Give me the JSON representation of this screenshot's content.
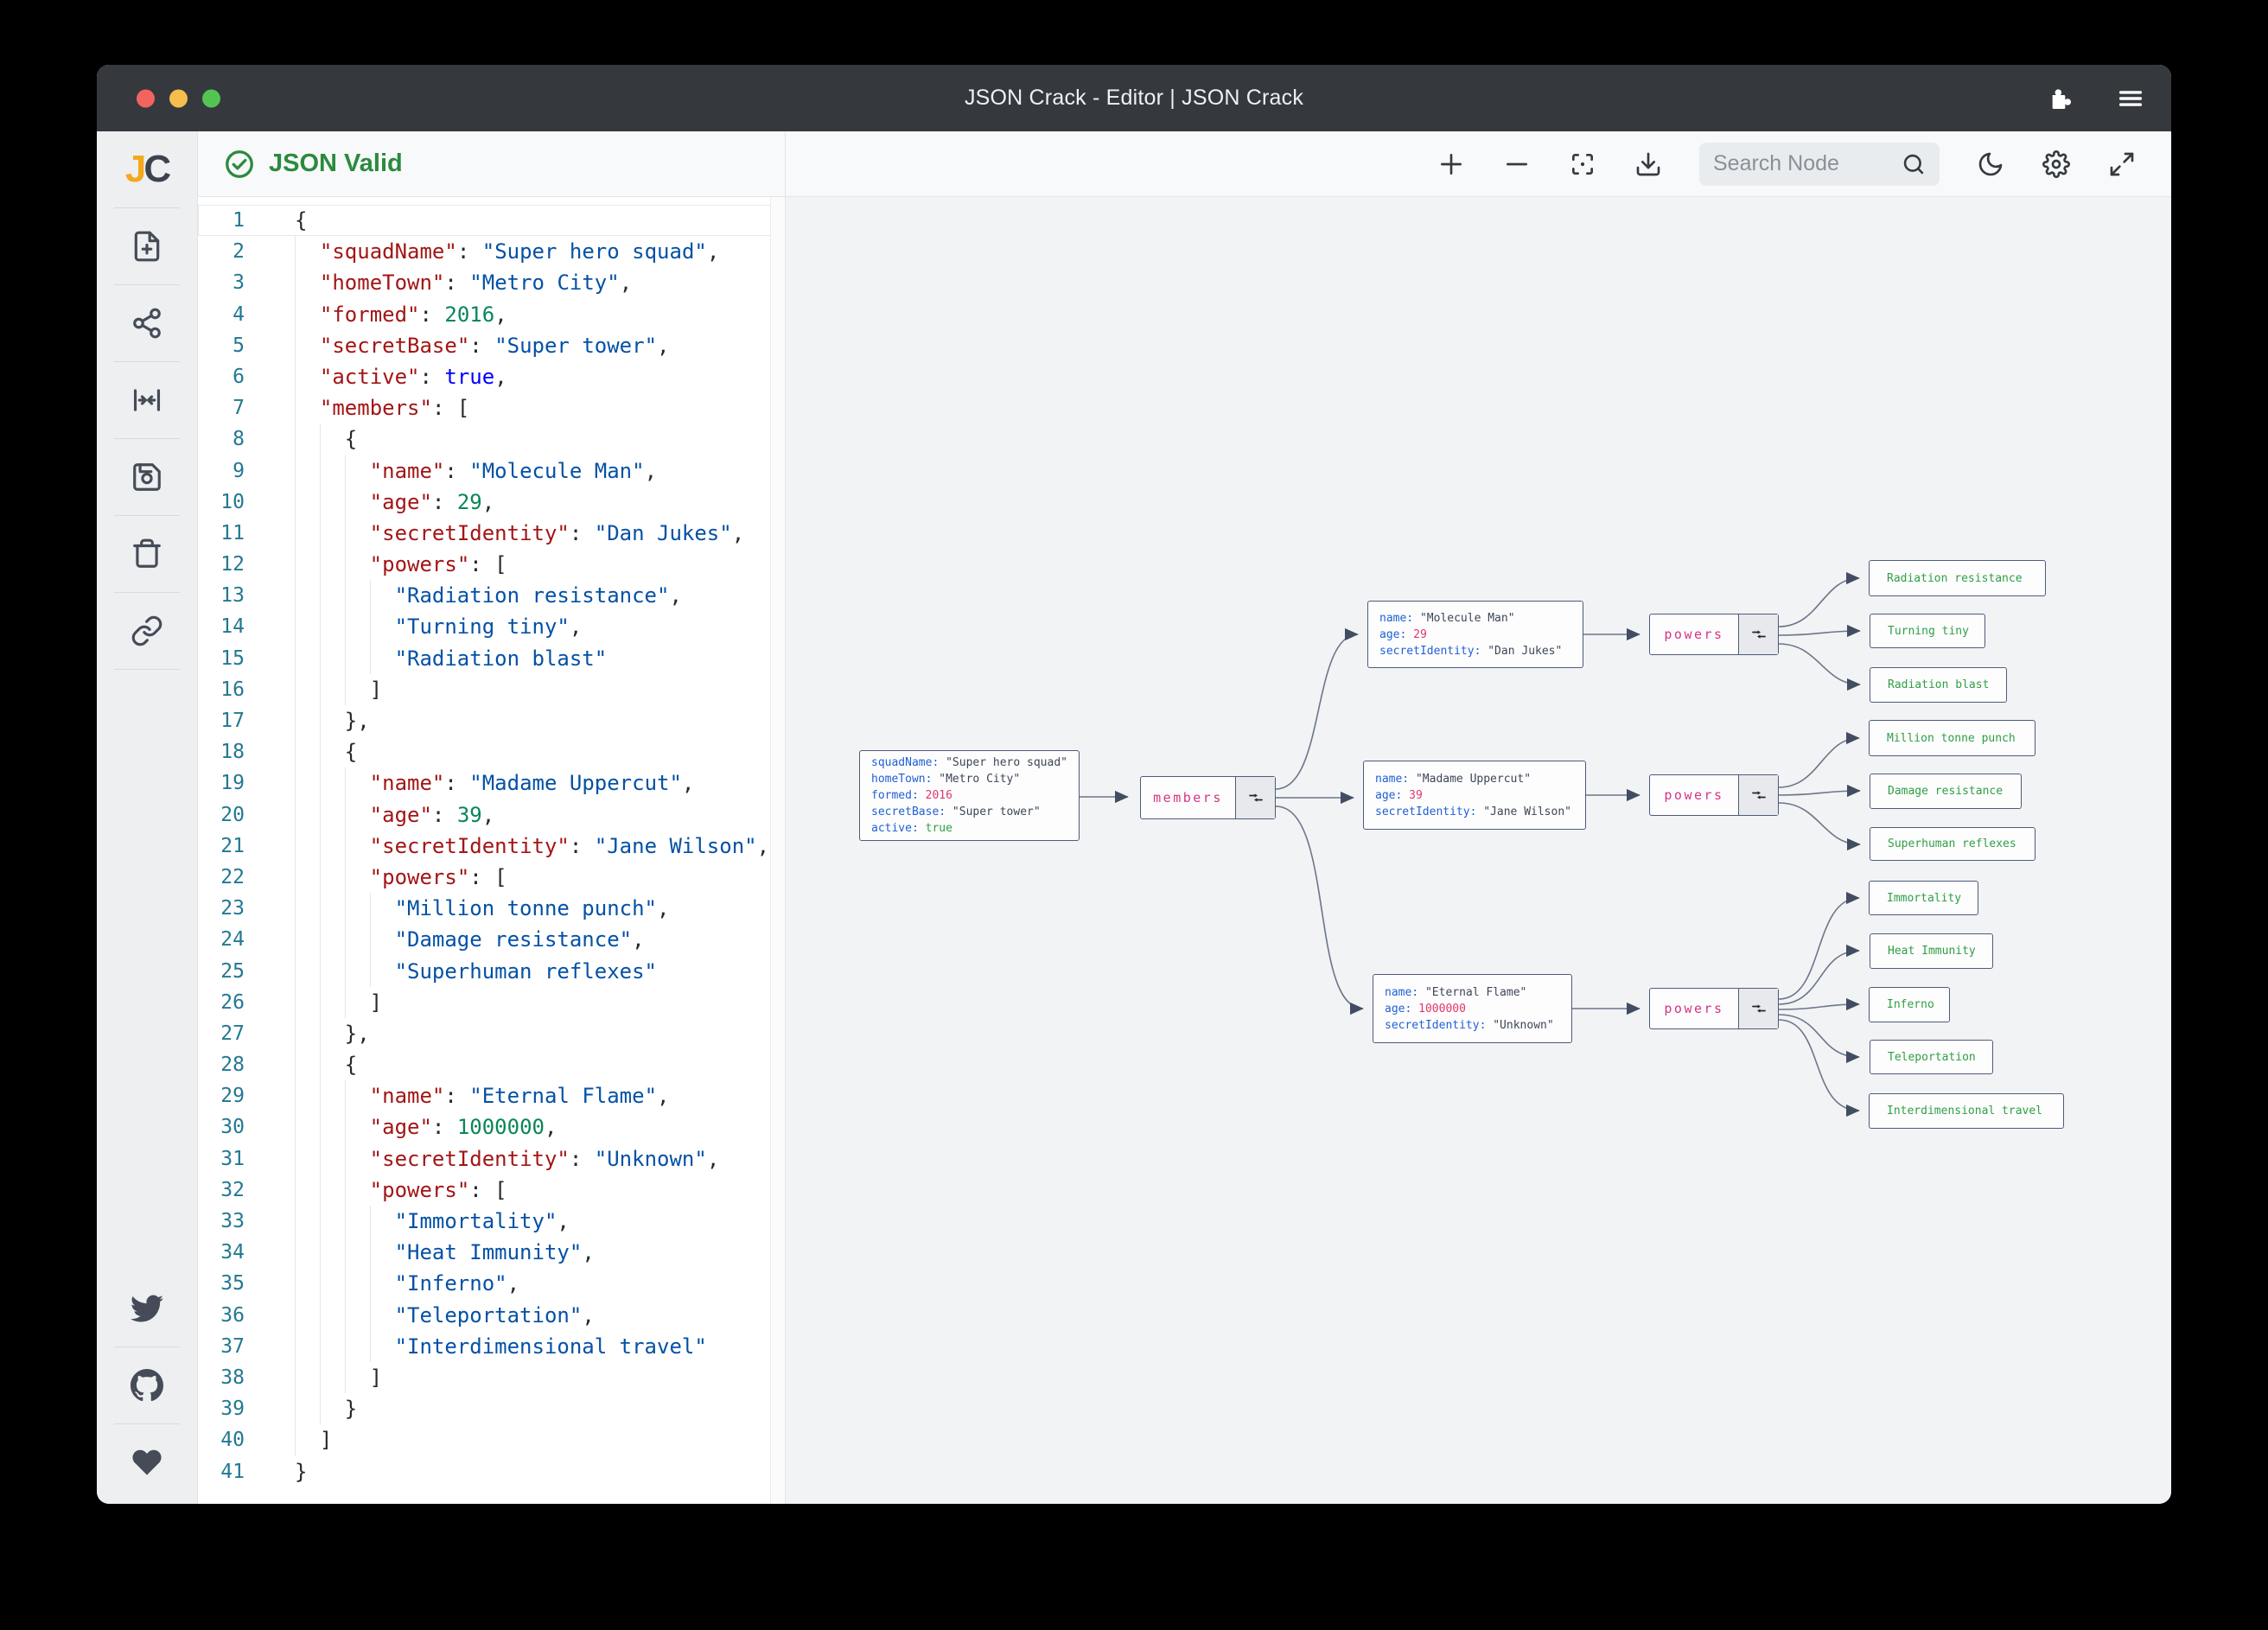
{
  "titlebar": {
    "title": "JSON Crack - Editor | JSON Crack",
    "traffic_lights": [
      "close",
      "minimize",
      "zoom"
    ],
    "right_icons": [
      "extensions-puzzle-icon",
      "menu-hamburger-icon"
    ]
  },
  "sidebar": {
    "logo": {
      "first": "J",
      "second": "C"
    },
    "top_icons": [
      "new-file-icon",
      "graph-share-icon",
      "fit-width-icon",
      "save-icon",
      "delete-icon",
      "link-icon"
    ],
    "bottom_icons": [
      "twitter-icon",
      "github-icon",
      "heart-icon"
    ]
  },
  "validbar": {
    "status": "JSON Valid",
    "icon": "check-circle-icon"
  },
  "toolbar": {
    "icons": [
      "zoom-in-icon",
      "zoom-out-icon",
      "focus-icon",
      "download-icon",
      "dark-mode-moon-icon",
      "settings-gear-icon",
      "fullscreen-icon"
    ],
    "search_placeholder": "Search Node",
    "search_value": ""
  },
  "colors": {
    "accent_green": "#2b8a3e",
    "node_key_blue": "#2160d4",
    "node_number_pink": "#e0356d",
    "node_label_magenta": "#d63384",
    "editor_key": "#a31515",
    "editor_string": "#0451a5",
    "editor_number": "#098658",
    "edge_gray": "#6b7689"
  },
  "editor": {
    "lines": [
      {
        "n": 1,
        "ind": 0,
        "toks": [
          {
            "t": "p",
            "v": "{"
          }
        ]
      },
      {
        "n": 2,
        "ind": 1,
        "toks": [
          {
            "t": "key",
            "v": "\"squadName\""
          },
          {
            "t": "p",
            "v": ": "
          },
          {
            "t": "str",
            "v": "\"Super hero squad\""
          },
          {
            "t": "p",
            "v": ","
          }
        ]
      },
      {
        "n": 3,
        "ind": 1,
        "toks": [
          {
            "t": "key",
            "v": "\"homeTown\""
          },
          {
            "t": "p",
            "v": ": "
          },
          {
            "t": "str",
            "v": "\"Metro City\""
          },
          {
            "t": "p",
            "v": ","
          }
        ]
      },
      {
        "n": 4,
        "ind": 1,
        "toks": [
          {
            "t": "key",
            "v": "\"formed\""
          },
          {
            "t": "p",
            "v": ": "
          },
          {
            "t": "num",
            "v": "2016"
          },
          {
            "t": "p",
            "v": ","
          }
        ]
      },
      {
        "n": 5,
        "ind": 1,
        "toks": [
          {
            "t": "key",
            "v": "\"secretBase\""
          },
          {
            "t": "p",
            "v": ": "
          },
          {
            "t": "str",
            "v": "\"Super tower\""
          },
          {
            "t": "p",
            "v": ","
          }
        ]
      },
      {
        "n": 6,
        "ind": 1,
        "toks": [
          {
            "t": "key",
            "v": "\"active\""
          },
          {
            "t": "p",
            "v": ": "
          },
          {
            "t": "kw",
            "v": "true"
          },
          {
            "t": "p",
            "v": ","
          }
        ]
      },
      {
        "n": 7,
        "ind": 1,
        "toks": [
          {
            "t": "key",
            "v": "\"members\""
          },
          {
            "t": "p",
            "v": ": ["
          }
        ]
      },
      {
        "n": 8,
        "ind": 2,
        "toks": [
          {
            "t": "p",
            "v": "{"
          }
        ]
      },
      {
        "n": 9,
        "ind": 3,
        "toks": [
          {
            "t": "key",
            "v": "\"name\""
          },
          {
            "t": "p",
            "v": ": "
          },
          {
            "t": "str",
            "v": "\"Molecule Man\""
          },
          {
            "t": "p",
            "v": ","
          }
        ]
      },
      {
        "n": 10,
        "ind": 3,
        "toks": [
          {
            "t": "key",
            "v": "\"age\""
          },
          {
            "t": "p",
            "v": ": "
          },
          {
            "t": "num",
            "v": "29"
          },
          {
            "t": "p",
            "v": ","
          }
        ]
      },
      {
        "n": 11,
        "ind": 3,
        "toks": [
          {
            "t": "key",
            "v": "\"secretIdentity\""
          },
          {
            "t": "p",
            "v": ": "
          },
          {
            "t": "str",
            "v": "\"Dan Jukes\""
          },
          {
            "t": "p",
            "v": ","
          }
        ]
      },
      {
        "n": 12,
        "ind": 3,
        "toks": [
          {
            "t": "key",
            "v": "\"powers\""
          },
          {
            "t": "p",
            "v": ": ["
          }
        ]
      },
      {
        "n": 13,
        "ind": 4,
        "toks": [
          {
            "t": "str",
            "v": "\"Radiation resistance\""
          },
          {
            "t": "p",
            "v": ","
          }
        ]
      },
      {
        "n": 14,
        "ind": 4,
        "toks": [
          {
            "t": "str",
            "v": "\"Turning tiny\""
          },
          {
            "t": "p",
            "v": ","
          }
        ]
      },
      {
        "n": 15,
        "ind": 4,
        "toks": [
          {
            "t": "str",
            "v": "\"Radiation blast\""
          }
        ]
      },
      {
        "n": 16,
        "ind": 3,
        "toks": [
          {
            "t": "p",
            "v": "]"
          }
        ]
      },
      {
        "n": 17,
        "ind": 2,
        "toks": [
          {
            "t": "p",
            "v": "},"
          }
        ]
      },
      {
        "n": 18,
        "ind": 2,
        "toks": [
          {
            "t": "p",
            "v": "{"
          }
        ]
      },
      {
        "n": 19,
        "ind": 3,
        "toks": [
          {
            "t": "key",
            "v": "\"name\""
          },
          {
            "t": "p",
            "v": ": "
          },
          {
            "t": "str",
            "v": "\"Madame Uppercut\""
          },
          {
            "t": "p",
            "v": ","
          }
        ]
      },
      {
        "n": 20,
        "ind": 3,
        "toks": [
          {
            "t": "key",
            "v": "\"age\""
          },
          {
            "t": "p",
            "v": ": "
          },
          {
            "t": "num",
            "v": "39"
          },
          {
            "t": "p",
            "v": ","
          }
        ]
      },
      {
        "n": 21,
        "ind": 3,
        "toks": [
          {
            "t": "key",
            "v": "\"secretIdentity\""
          },
          {
            "t": "p",
            "v": ": "
          },
          {
            "t": "str",
            "v": "\"Jane Wilson\""
          },
          {
            "t": "p",
            "v": ","
          }
        ]
      },
      {
        "n": 22,
        "ind": 3,
        "toks": [
          {
            "t": "key",
            "v": "\"powers\""
          },
          {
            "t": "p",
            "v": ": ["
          }
        ]
      },
      {
        "n": 23,
        "ind": 4,
        "toks": [
          {
            "t": "str",
            "v": "\"Million tonne punch\""
          },
          {
            "t": "p",
            "v": ","
          }
        ]
      },
      {
        "n": 24,
        "ind": 4,
        "toks": [
          {
            "t": "str",
            "v": "\"Damage resistance\""
          },
          {
            "t": "p",
            "v": ","
          }
        ]
      },
      {
        "n": 25,
        "ind": 4,
        "toks": [
          {
            "t": "str",
            "v": "\"Superhuman reflexes\""
          }
        ]
      },
      {
        "n": 26,
        "ind": 3,
        "toks": [
          {
            "t": "p",
            "v": "]"
          }
        ]
      },
      {
        "n": 27,
        "ind": 2,
        "toks": [
          {
            "t": "p",
            "v": "},"
          }
        ]
      },
      {
        "n": 28,
        "ind": 2,
        "toks": [
          {
            "t": "p",
            "v": "{"
          }
        ]
      },
      {
        "n": 29,
        "ind": 3,
        "toks": [
          {
            "t": "key",
            "v": "\"name\""
          },
          {
            "t": "p",
            "v": ": "
          },
          {
            "t": "str",
            "v": "\"Eternal Flame\""
          },
          {
            "t": "p",
            "v": ","
          }
        ]
      },
      {
        "n": 30,
        "ind": 3,
        "toks": [
          {
            "t": "key",
            "v": "\"age\""
          },
          {
            "t": "p",
            "v": ": "
          },
          {
            "t": "num",
            "v": "1000000"
          },
          {
            "t": "p",
            "v": ","
          }
        ]
      },
      {
        "n": 31,
        "ind": 3,
        "toks": [
          {
            "t": "key",
            "v": "\"secretIdentity\""
          },
          {
            "t": "p",
            "v": ": "
          },
          {
            "t": "str",
            "v": "\"Unknown\""
          },
          {
            "t": "p",
            "v": ","
          }
        ]
      },
      {
        "n": 32,
        "ind": 3,
        "toks": [
          {
            "t": "key",
            "v": "\"powers\""
          },
          {
            "t": "p",
            "v": ": ["
          }
        ]
      },
      {
        "n": 33,
        "ind": 4,
        "toks": [
          {
            "t": "str",
            "v": "\"Immortality\""
          },
          {
            "t": "p",
            "v": ","
          }
        ]
      },
      {
        "n": 34,
        "ind": 4,
        "toks": [
          {
            "t": "str",
            "v": "\"Heat Immunity\""
          },
          {
            "t": "p",
            "v": ","
          }
        ]
      },
      {
        "n": 35,
        "ind": 4,
        "toks": [
          {
            "t": "str",
            "v": "\"Inferno\""
          },
          {
            "t": "p",
            "v": ","
          }
        ]
      },
      {
        "n": 36,
        "ind": 4,
        "toks": [
          {
            "t": "str",
            "v": "\"Teleportation\""
          },
          {
            "t": "p",
            "v": ","
          }
        ]
      },
      {
        "n": 37,
        "ind": 4,
        "toks": [
          {
            "t": "str",
            "v": "\"Interdimensional travel\""
          }
        ]
      },
      {
        "n": 38,
        "ind": 3,
        "toks": [
          {
            "t": "p",
            "v": "]"
          }
        ]
      },
      {
        "n": 39,
        "ind": 2,
        "toks": [
          {
            "t": "p",
            "v": "}"
          }
        ]
      },
      {
        "n": 40,
        "ind": 1,
        "toks": [
          {
            "t": "p",
            "v": "]"
          }
        ]
      },
      {
        "n": 41,
        "ind": 0,
        "toks": [
          {
            "t": "p",
            "v": "}"
          }
        ]
      }
    ]
  },
  "graph": {
    "nodes": [
      {
        "id": "root",
        "kind": "object",
        "rows": [
          {
            "k": "squadName:",
            "v": "\"Super hero squad\"",
            "t": "str"
          },
          {
            "k": "homeTown:",
            "v": "\"Metro City\"",
            "t": "str"
          },
          {
            "k": "formed:",
            "v": "2016",
            "t": "num"
          },
          {
            "k": "secretBase:",
            "v": "\"Super tower\"",
            "t": "str"
          },
          {
            "k": "active:",
            "v": "true",
            "t": "bool"
          }
        ]
      },
      {
        "id": "members",
        "kind": "collapser",
        "label": "members"
      },
      {
        "id": "m1",
        "kind": "object",
        "rows": [
          {
            "k": "name:",
            "v": "\"Molecule Man\"",
            "t": "str"
          },
          {
            "k": "age:",
            "v": "29",
            "t": "num"
          },
          {
            "k": "secretIdentity:",
            "v": "\"Dan Jukes\"",
            "t": "str"
          }
        ]
      },
      {
        "id": "p1",
        "kind": "collapser",
        "label": "powers"
      },
      {
        "id": "l1a",
        "kind": "leaf",
        "text": "Radiation resistance"
      },
      {
        "id": "l1b",
        "kind": "leaf",
        "text": "Turning tiny"
      },
      {
        "id": "l1c",
        "kind": "leaf",
        "text": "Radiation blast"
      },
      {
        "id": "m2",
        "kind": "object",
        "rows": [
          {
            "k": "name:",
            "v": "\"Madame Uppercut\"",
            "t": "str"
          },
          {
            "k": "age:",
            "v": "39",
            "t": "num"
          },
          {
            "k": "secretIdentity:",
            "v": "\"Jane Wilson\"",
            "t": "str"
          }
        ]
      },
      {
        "id": "p2",
        "kind": "collapser",
        "label": "powers"
      },
      {
        "id": "l2a",
        "kind": "leaf",
        "text": "Million tonne punch"
      },
      {
        "id": "l2b",
        "kind": "leaf",
        "text": "Damage resistance"
      },
      {
        "id": "l2c",
        "kind": "leaf",
        "text": "Superhuman reflexes"
      },
      {
        "id": "m3",
        "kind": "object",
        "rows": [
          {
            "k": "name:",
            "v": "\"Eternal Flame\"",
            "t": "str"
          },
          {
            "k": "age:",
            "v": "1000000",
            "t": "num"
          },
          {
            "k": "secretIdentity:",
            "v": "\"Unknown\"",
            "t": "str"
          }
        ]
      },
      {
        "id": "p3",
        "kind": "collapser",
        "label": "powers"
      },
      {
        "id": "l3a",
        "kind": "leaf",
        "text": "Immortality"
      },
      {
        "id": "l3b",
        "kind": "leaf",
        "text": "Heat Immunity"
      },
      {
        "id": "l3c",
        "kind": "leaf",
        "text": "Inferno"
      },
      {
        "id": "l3d",
        "kind": "leaf",
        "text": "Teleportation"
      },
      {
        "id": "l3e",
        "kind": "leaf",
        "text": "Interdimensional travel"
      }
    ]
  }
}
